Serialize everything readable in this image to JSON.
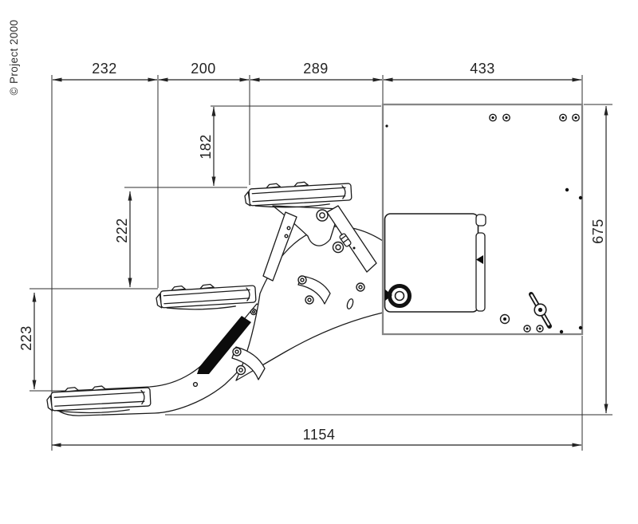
{
  "copyright": "© Project 2000",
  "dims": {
    "top": [
      "232",
      "200",
      "289",
      "433"
    ],
    "left": [
      "182",
      "222",
      "223"
    ],
    "right": [
      "675"
    ],
    "bottom": [
      "1154"
    ]
  },
  "colors": {
    "line": "#1c1c1c",
    "plate_edge": "#858585",
    "background": "#ffffff",
    "black_fill": "#0c0c0c"
  }
}
